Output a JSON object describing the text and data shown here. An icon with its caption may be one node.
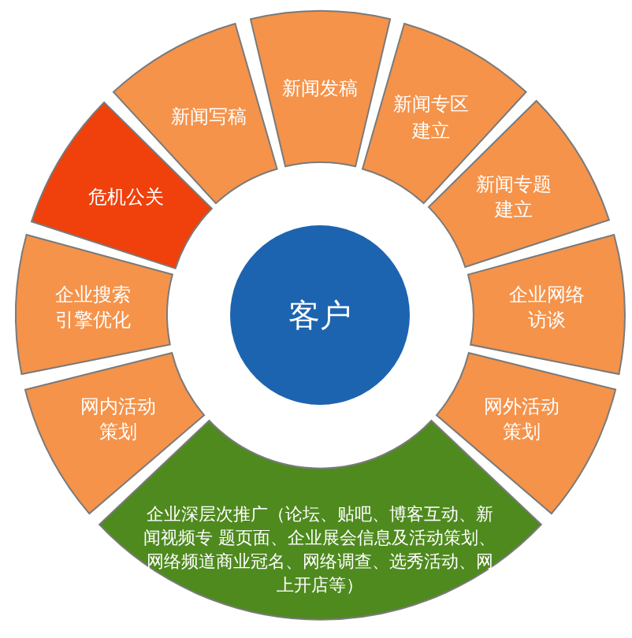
{
  "diagram": {
    "nodes": [
      {
        "text": [
          "新闻发稿"
        ]
      },
      {
        "text": [
          "新闻专区建立"
        ]
      },
      {
        "text": [
          "新闻专题建立"
        ]
      },
      {
        "text": [
          "企业网络访谈"
        ]
      },
      {
        "text": [
          "网外活动策划"
        ]
      },
      {
        "text": [
          "企业深层次推广（论坛、贴吧、博客互动、新闻视频专 题页面、企业展会信息及活动策划、网络频道商业冠名、网络调查、选秀活动、网上开店等）"
        ]
      },
      {
        "text": [
          "网内活动策划"
        ]
      },
      {
        "text": [
          "企业搜索引擎优化"
        ]
      },
      {
        "text": [
          "危机公关"
        ]
      },
      {
        "text": [
          "新闻写稿"
        ]
      },
      {
        "text": [
          "客户"
        ]
      }
    ]
  }
}
